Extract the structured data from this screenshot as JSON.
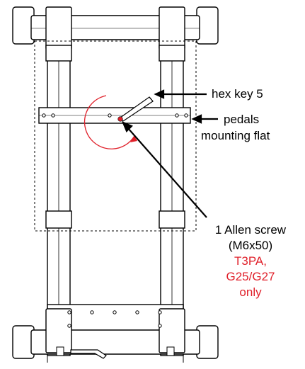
{
  "labels": {
    "hex_key": "hex key 5",
    "mounting_flat_line1": "pedals",
    "mounting_flat_line2": "mounting flat",
    "screw_line1": "1 Allen screw",
    "screw_line2": "(M6x50)",
    "models_line1": "T3PA,",
    "models_line2": "G25/G27",
    "models_line3": "only"
  },
  "colors": {
    "line": "#000000",
    "highlight": "#e0202a",
    "background": "#ffffff"
  },
  "icons": {
    "rotation": "rotation-arrow-icon",
    "tool": "hex-key-icon"
  }
}
